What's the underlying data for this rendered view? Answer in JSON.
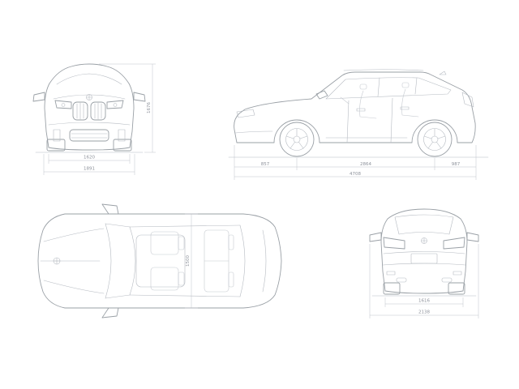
{
  "drawing": {
    "front": {
      "track_width": "1620",
      "overall_width": "1891",
      "height": "1676"
    },
    "side": {
      "front_overhang": "857",
      "wheelbase": "2864",
      "rear_overhang": "987",
      "overall_length": "4708"
    },
    "top": {
      "interior_width": "1500"
    },
    "rear": {
      "track_width": "1616",
      "width_incl_mirrors": "2138"
    }
  },
  "icons": {
    "bmw_roundel": "roundel-circle"
  },
  "colors": {
    "body_line": "#9aa0a6",
    "detail_line": "#b6bbc2",
    "dimension_line": "#bfc3c9",
    "dimension_text": "#8d929b",
    "background": "#ffffff"
  }
}
